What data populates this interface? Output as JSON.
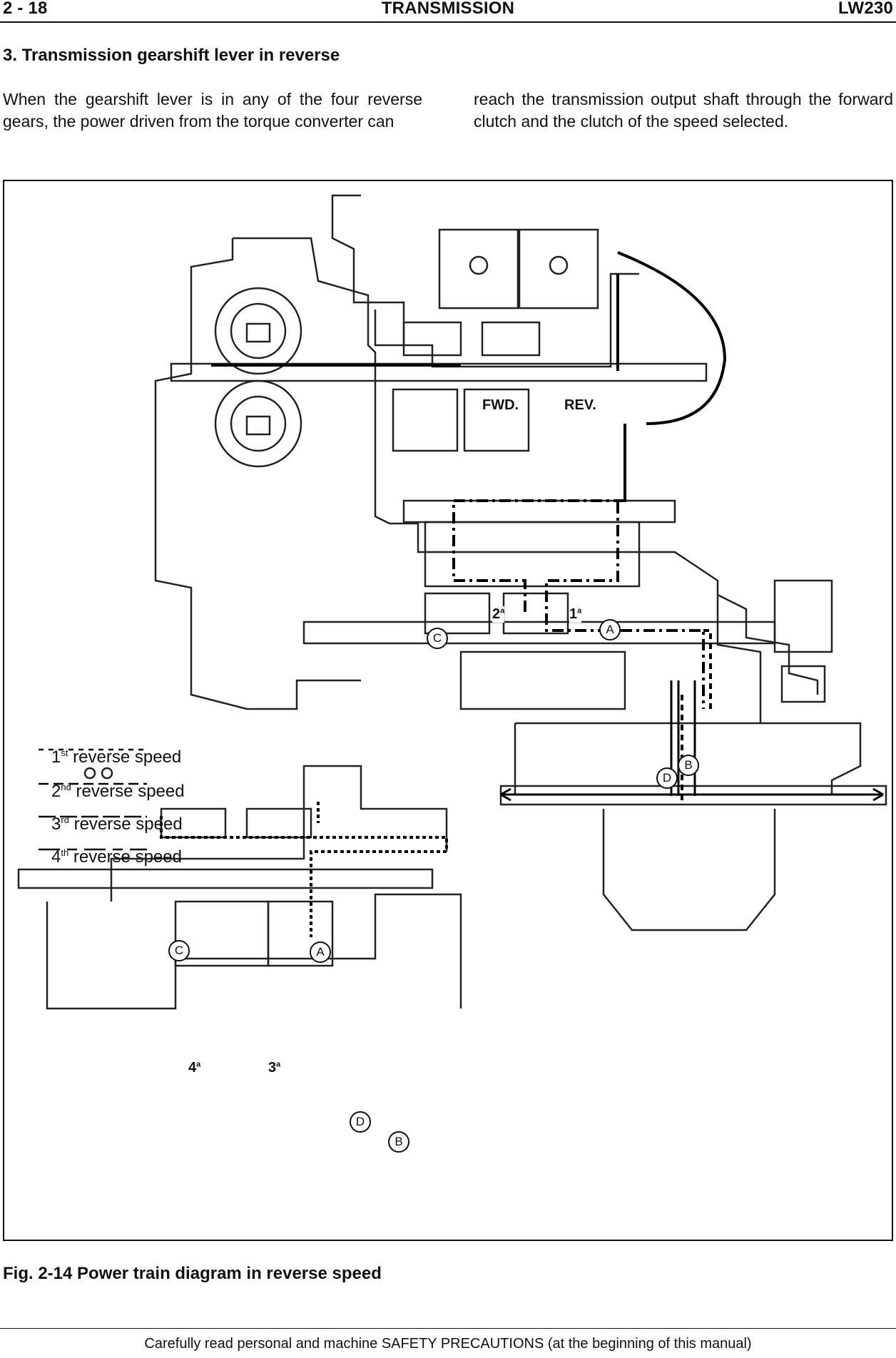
{
  "header": {
    "page": "2 - 18",
    "title": "TRANSMISSION",
    "model": "LW230"
  },
  "section": {
    "title": "3.  Transmission gearshift lever in reverse"
  },
  "body": {
    "col_left": "When the gearshift lever is in any of the four reverse gears, the power driven from the torque converter can",
    "col_right": "reach the transmission output shaft through the forward clutch and the clutch of the speed selected."
  },
  "figure": {
    "labels": {
      "fwd": "FWD.",
      "rev": "REV.",
      "g2": "2",
      "g1": "1",
      "g4": "4",
      "g3": "3",
      "ord": "a"
    },
    "points": {
      "a": "A",
      "b": "B",
      "c": "C",
      "d": "D"
    },
    "legend": [
      {
        "num": "1",
        "sup": "st",
        "text": "reverse speed"
      },
      {
        "num": "2",
        "sup": "nd",
        "text": "reverse speed"
      },
      {
        "num": "3",
        "sup": "rd",
        "text": "reverse speed"
      },
      {
        "num": "4",
        "sup": "th",
        "text": "reverse speed"
      }
    ]
  },
  "caption": "Fig. 2-14  Power train diagram in reverse speed",
  "footer": "Carefully read personal and machine SAFETY PRECAUTIONS (at the beginning of this manual)"
}
